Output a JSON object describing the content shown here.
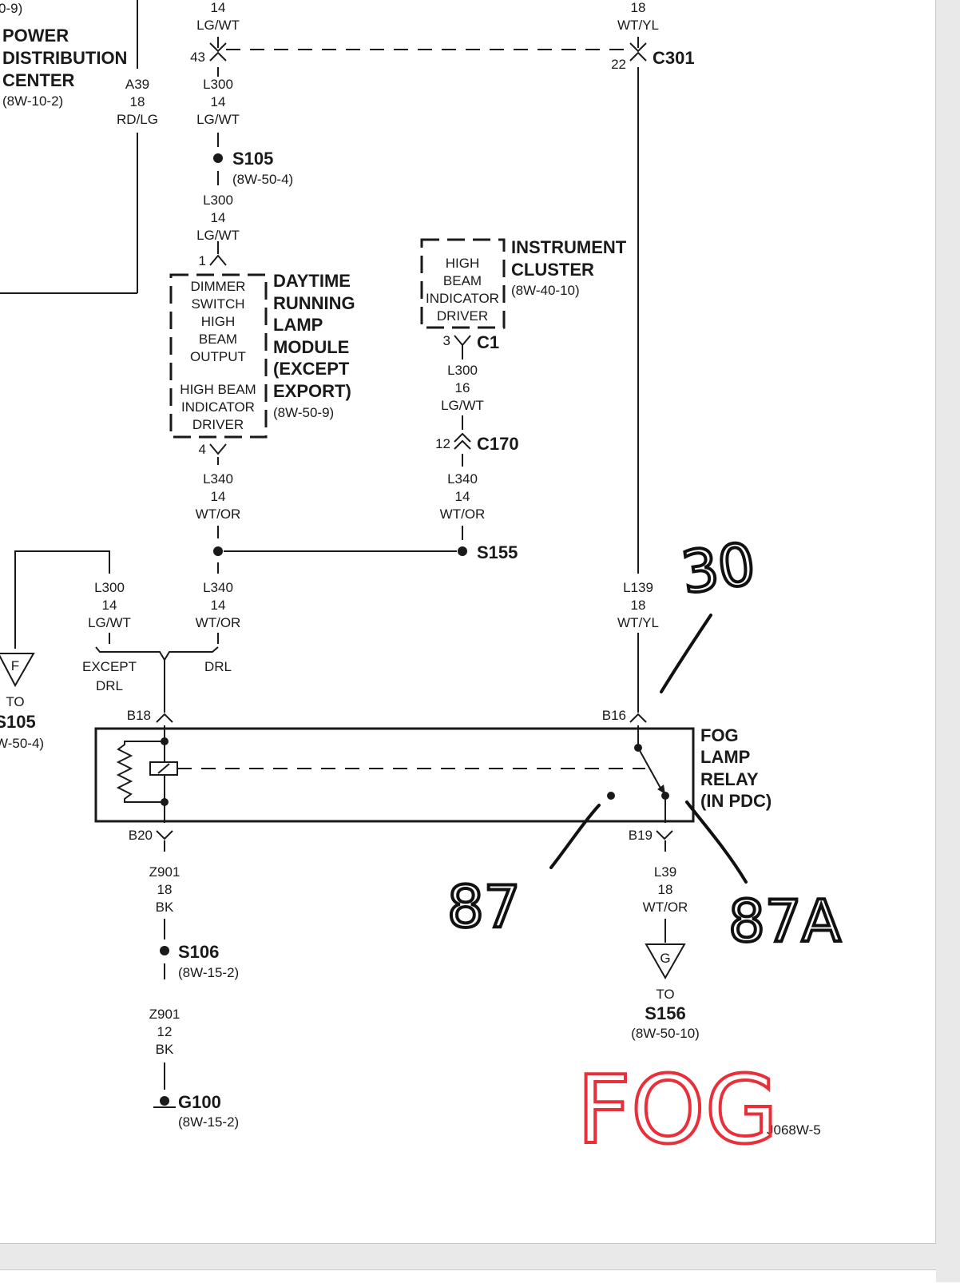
{
  "pdc": {
    "cut_ref": "0-9)",
    "name_lines": [
      "POWER",
      "DISTRIBUTION",
      "CENTER"
    ],
    "ref": "(8W-10-2)",
    "wire": [
      "A39",
      "18",
      "RD/LG"
    ]
  },
  "top_left_wire": [
    "14",
    "LG/WT"
  ],
  "top_right_wire": [
    "18",
    "WT/YL"
  ],
  "c301": {
    "pin_left": "43",
    "pin_right": "22",
    "name": "C301"
  },
  "wire_l300_a": [
    "L300",
    "14",
    "LG/WT"
  ],
  "s105": {
    "name": "S105",
    "ref": "(8W-50-4)"
  },
  "wire_l300_b": [
    "L300",
    "14",
    "LG/WT"
  ],
  "drl": {
    "pin_in": "1",
    "box_lines": [
      "DIMMER",
      "SWITCH",
      "HIGH",
      "BEAM",
      "OUTPUT",
      "",
      "HIGH BEAM",
      "INDICATOR",
      "DRIVER"
    ],
    "name_lines": [
      "DAYTIME",
      "RUNNING",
      "LAMP",
      "MODULE",
      "(EXCEPT",
      "EXPORT)"
    ],
    "ref": "(8W-50-9)",
    "pin_out": "4"
  },
  "cluster": {
    "box_lines": [
      "HIGH",
      "BEAM",
      "INDICATOR",
      "DRIVER"
    ],
    "name_lines": [
      "INSTRUMENT",
      "CLUSTER"
    ],
    "ref": "(8W-40-10)",
    "pin": "3",
    "connector": "C1"
  },
  "wire_l300_c": [
    "L300",
    "16",
    "LG/WT"
  ],
  "c170": {
    "pin": "12",
    "name": "C170"
  },
  "wire_l340_a": [
    "L340",
    "14",
    "WT/OR"
  ],
  "wire_l340_b": [
    "L340",
    "14",
    "WT/OR"
  ],
  "s155": {
    "name": "S155"
  },
  "wire_l300_d": [
    "L300",
    "14",
    "LG/WT"
  ],
  "wire_l340_c": [
    "L340",
    "14",
    "WT/OR"
  ],
  "wire_l139": [
    "L139",
    "18",
    "WT/YL"
  ],
  "options": {
    "left": [
      "EXCEPT",
      "DRL"
    ],
    "right": "DRL"
  },
  "to_s105": {
    "letter": "F",
    "to": "TO",
    "name": "S105",
    "ref": "W-50-4)"
  },
  "relay": {
    "pin_b18": "B18",
    "pin_b16": "B16",
    "pin_b20": "B20",
    "pin_b19": "B19",
    "name_lines": [
      "FOG",
      "LAMP",
      "RELAY",
      "(IN PDC)"
    ]
  },
  "wire_z901_a": [
    "Z901",
    "18",
    "BK"
  ],
  "s106": {
    "name": "S106",
    "ref": "(8W-15-2)"
  },
  "wire_z901_b": [
    "Z901",
    "12",
    "BK"
  ],
  "g100": {
    "name": "G100",
    "ref": "(8W-15-2)"
  },
  "wire_l39": [
    "L39",
    "18",
    "WT/OR"
  ],
  "to_s156": {
    "letter": "G",
    "to": "TO",
    "name": "S156",
    "ref": "(8W-50-10)"
  },
  "figure_id": "J068W-5",
  "handwriting": {
    "pin_30": "30",
    "pin_87": "87",
    "pin_87a": "87A",
    "fog": "FOG",
    "ink_color": "#111111",
    "red_color": "#e8303a"
  }
}
